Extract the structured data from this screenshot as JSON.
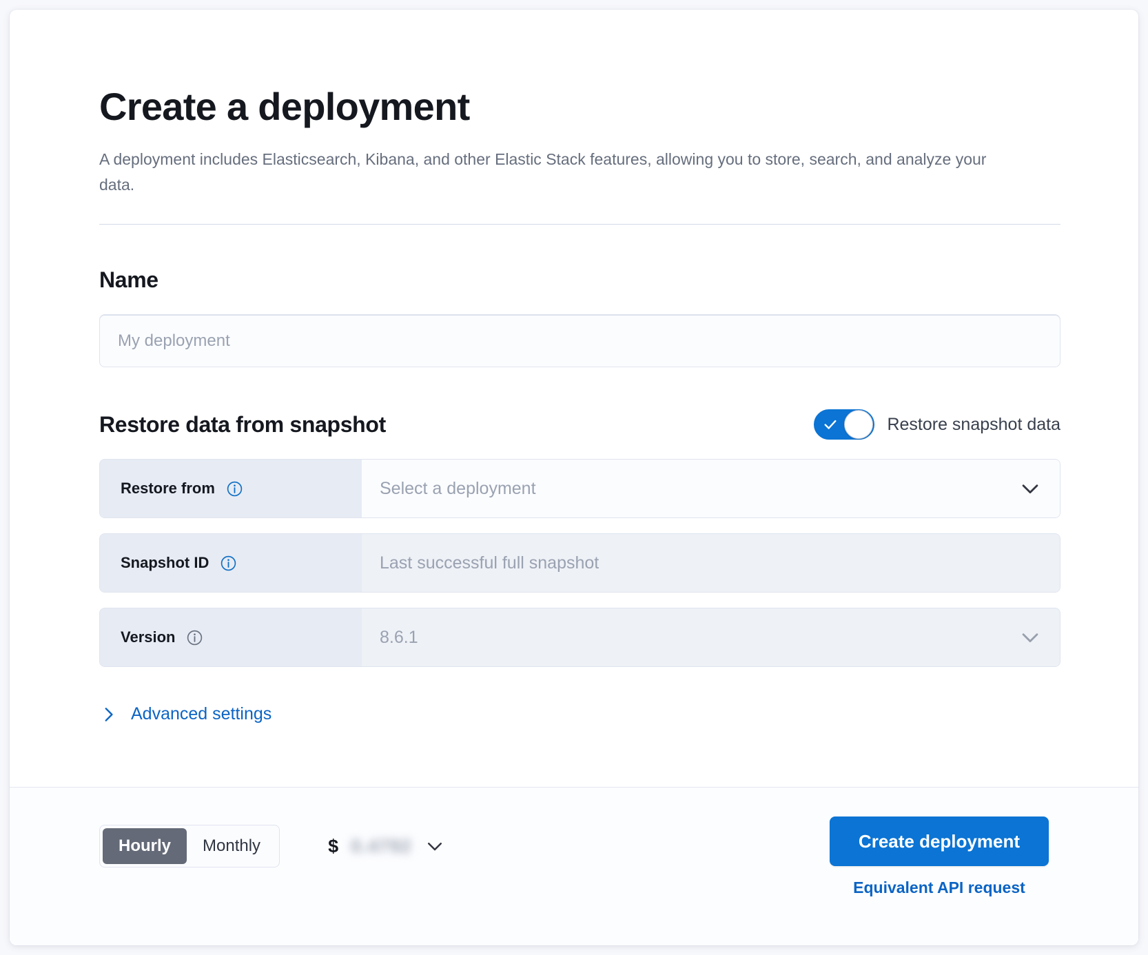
{
  "header": {
    "title": "Create a deployment",
    "subtitle": "A deployment includes Elasticsearch, Kibana, and other Elastic Stack features, allowing you to store, search, and analyze your data."
  },
  "name_section": {
    "heading": "Name",
    "placeholder": "My deployment",
    "value": ""
  },
  "restore_section": {
    "heading": "Restore data from snapshot",
    "toggle": {
      "label": "Restore snapshot data",
      "state": "on",
      "icon": "check-icon"
    },
    "rows": [
      {
        "label": "Restore from",
        "info_icon": "info-icon",
        "value": "Select a deployment",
        "value_muted": true,
        "enabled": true,
        "control": "dropdown",
        "chevron": "chevron-down-icon"
      },
      {
        "label": "Snapshot ID",
        "info_icon": "info-icon",
        "value": "Last successful full snapshot",
        "value_muted": true,
        "enabled": false,
        "control": "text",
        "chevron": ""
      },
      {
        "label": "Version",
        "info_icon": "info-icon",
        "value": "8.6.1",
        "value_muted": true,
        "enabled": false,
        "control": "dropdown",
        "chevron": "chevron-down-icon"
      }
    ]
  },
  "advanced": {
    "label": "Advanced settings",
    "icon": "chevron-right-icon",
    "expanded": false
  },
  "footer": {
    "billing_options": [
      "Hourly",
      "Monthly"
    ],
    "billing_selected": "Hourly",
    "price_currency": "$",
    "price_value": "0.4792",
    "price_blurred": true,
    "price_chevron": "chevron-down-icon",
    "create_button": "Create deployment",
    "api_link": "Equivalent API request"
  },
  "colors": {
    "accent_blue": "#0b74d4",
    "link_blue": "#0b64c4",
    "label_bg": "#e7ebf4",
    "disabled_bg": "#eef1f6",
    "border": "#dfe4ee",
    "text_dark": "#15181f",
    "text_muted": "#666e7d",
    "segment_active": "#646a77"
  }
}
